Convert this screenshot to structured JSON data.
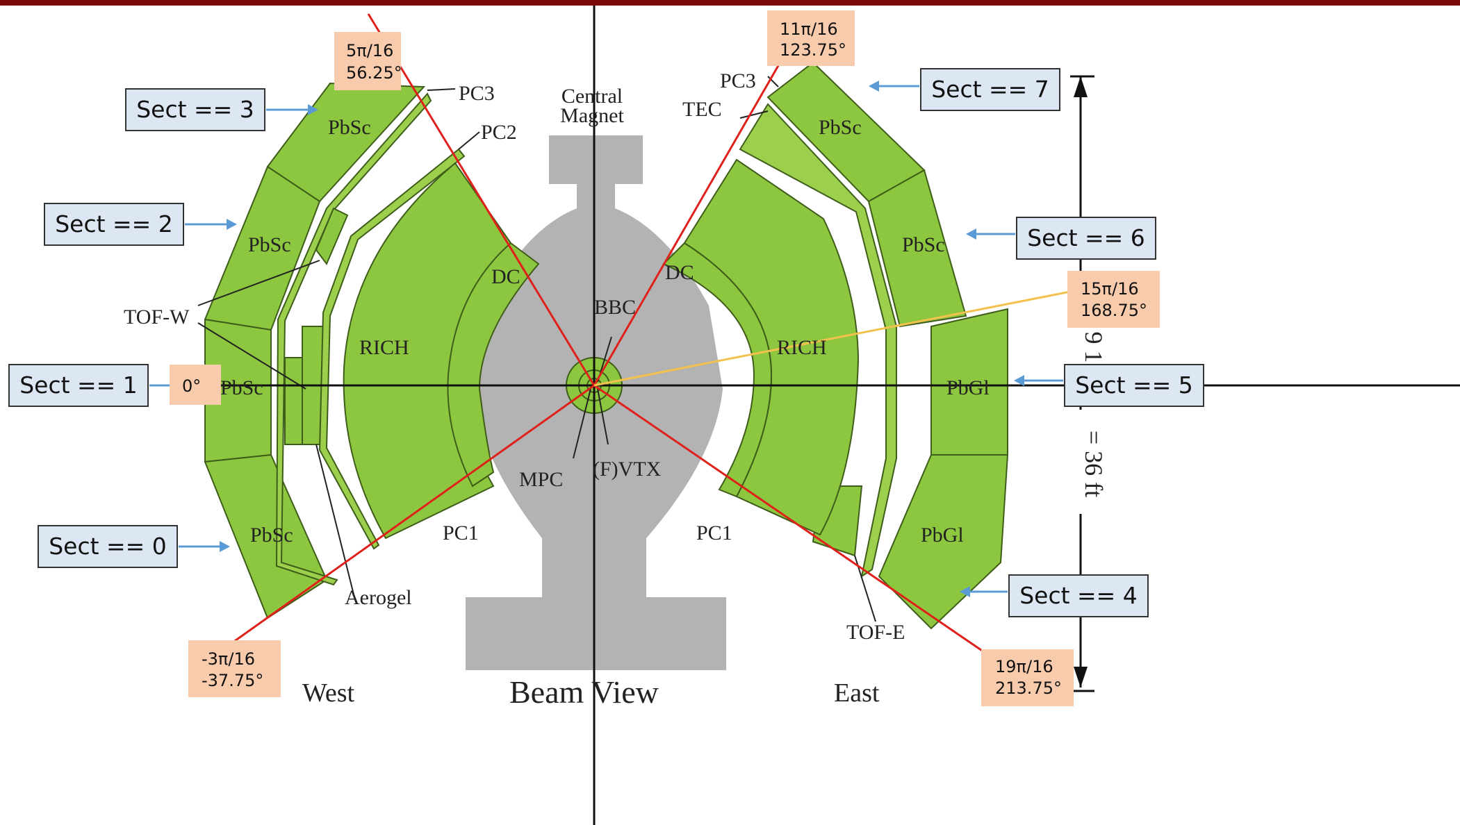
{
  "header_bar_color": "#7a0a0a",
  "colors": {
    "detector_green": "#8dc63f",
    "magnet_gray": "#b3b3b3",
    "sector_line": "#e0201b",
    "highlight_line": "#f2c14e",
    "label_box": "#dde6f3",
    "angle_box": "#f8cbad",
    "arrow": "#5b9bd5"
  },
  "detector_labels": {
    "central_magnet_1": "Central",
    "central_magnet_2": "Magnet",
    "pc3_west": "PC3",
    "pc2_west": "PC2",
    "pc3_east": "PC3",
    "tec": "TEC",
    "pbsc_w3": "PbSc",
    "pbsc_w2": "PbSc",
    "pbsc_w1": "PbSc",
    "pbsc_w0": "PbSc",
    "pbsc_e7": "PbSc",
    "pbsc_e6": "PbSc",
    "pbgl_e5": "PbGl",
    "pbgl_e4": "PbGl",
    "tof_w": "TOF-W",
    "tof_e": "TOF-E",
    "rich_west": "RICH",
    "rich_east": "RICH",
    "dc_west": "DC",
    "dc_east": "DC",
    "bbc": "BBC",
    "mpc": "MPC",
    "vtx": "(F)VTX",
    "pc1_west": "PC1",
    "pc1_east": "PC1",
    "aerogel": "Aerogel",
    "west": "West",
    "east": "East",
    "beam_view": "Beam View",
    "dimension_partial": "9 1",
    "dimension_text": "= 36 ft"
  },
  "sector_labels": {
    "s0": "Sect == 0",
    "s1": "Sect == 1",
    "s2": "Sect == 2",
    "s3": "Sect == 3",
    "s4": "Sect == 4",
    "s5": "Sect == 5",
    "s6": "Sect == 6",
    "s7": "Sect == 7"
  },
  "angle_labels": {
    "a0": "0°",
    "a5pi_1": "5π/16",
    "a5pi_2": "56.25°",
    "a11pi_1": "11π/16",
    "a11pi_2": "123.75°",
    "a15pi_1": "15π/16",
    "a15pi_2": "168.75°",
    "a19pi_1": "19π/16",
    "a19pi_2": "213.75°",
    "am3pi_1": "-3π/16",
    "am3pi_2": "-37.75°"
  }
}
